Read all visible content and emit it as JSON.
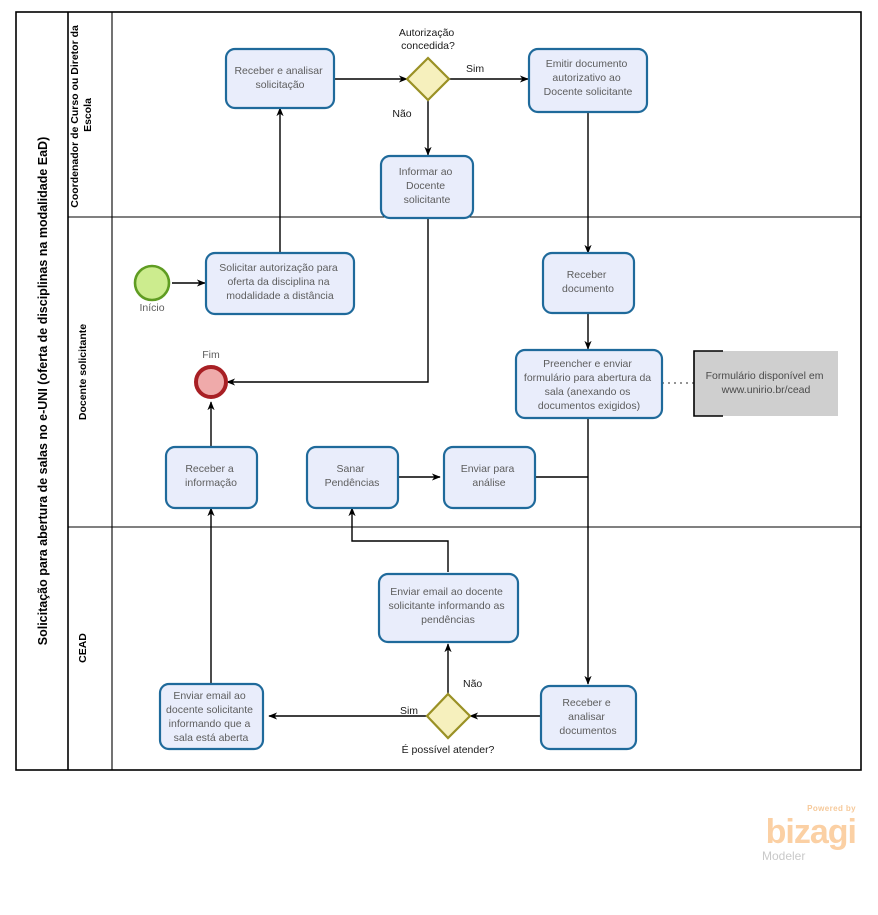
{
  "pool": {
    "title": "Solicitação para abertura de salas no e-UNI (oferta de disciplinas na modalidade EaD)",
    "lanes": [
      {
        "id": "lane-coordenador",
        "label": "Coordenador de Curso ou Diretor da Escola"
      },
      {
        "id": "lane-docente",
        "label": "Docente  solicitante"
      },
      {
        "id": "lane-cead",
        "label": "CEAD"
      }
    ]
  },
  "events": [
    {
      "id": "start-event",
      "label": "Início",
      "type": "start"
    },
    {
      "id": "end-event",
      "label": "Fim",
      "type": "end"
    }
  ],
  "tasks": [
    {
      "id": "task-receber-analisar-solicitacao",
      "lines": [
        "Receber  e analisar",
        "solicitação"
      ]
    },
    {
      "id": "task-emitir-documento-autorizativo",
      "lines": [
        "Emitir documento",
        "autorizativo ao",
        "Docente solicitante"
      ]
    },
    {
      "id": "task-informar-docente",
      "lines": [
        "Informar ao",
        "Docente",
        "solicitante"
      ]
    },
    {
      "id": "task-solicitar-autorizacao",
      "lines": [
        "Solicitar autorização para",
        "oferta da disciplina na",
        "modalidade a distância"
      ]
    },
    {
      "id": "task-receber-documento",
      "lines": [
        "Receber",
        "documento"
      ]
    },
    {
      "id": "task-preencher-enviar-formulario",
      "lines": [
        "Preencher e enviar",
        "formulário para abertura da",
        "sala (anexando os",
        "documentos exigidos)"
      ]
    },
    {
      "id": "task-receber-informacao",
      "lines": [
        "Receber a",
        "informação"
      ]
    },
    {
      "id": "task-sanar-pendencias",
      "lines": [
        "Sanar",
        "Pendências"
      ]
    },
    {
      "id": "task-enviar-para-analise",
      "lines": [
        "Enviar para",
        "análise"
      ]
    },
    {
      "id": "task-enviar-email-pendencias",
      "lines": [
        "Enviar email ao docente",
        "solicitante informando as",
        "pendências"
      ]
    },
    {
      "id": "task-enviar-email-sala-aberta",
      "lines": [
        "Enviar email ao",
        "docente solicitante",
        "informando que a",
        "sala está aberta"
      ]
    },
    {
      "id": "task-receber-analisar-documentos",
      "lines": [
        "Receber e",
        "analisar",
        "documentos"
      ]
    }
  ],
  "gateways": [
    {
      "id": "gateway-autorizacao",
      "lines": [
        "Autorização",
        "concedida?"
      ],
      "position": "above"
    },
    {
      "id": "gateway-possivel-atender",
      "lines": [
        "É possível atender?"
      ],
      "position": "below"
    }
  ],
  "flow_labels": {
    "autorizacao_sim": "Sim",
    "autorizacao_nao": "Não",
    "atender_sim": "Sim",
    "atender_nao": "Não"
  },
  "annotation": {
    "id": "annotation-formulario",
    "lines": [
      "Formulário disponível em",
      "www.unirio.br/cead"
    ]
  },
  "branding": {
    "powered_by": "Powered by",
    "name": "bizagi",
    "product": "Modeler"
  },
  "colors": {
    "task_fill": "#e9edfb",
    "task_stroke": "#1f6a9b",
    "gateway_fill": "#f6f0bd",
    "gateway_stroke": "#9a9125",
    "start_fill": "#ccec8e",
    "start_stroke": "#5f9c22",
    "end_fill": "#efaaaa",
    "end_stroke": "#a81f24",
    "annotation_fill": "#cfcfcf",
    "flow_stroke": "#000000",
    "lane_stroke": "#000000",
    "brand_orange": "#fbd0a4"
  }
}
